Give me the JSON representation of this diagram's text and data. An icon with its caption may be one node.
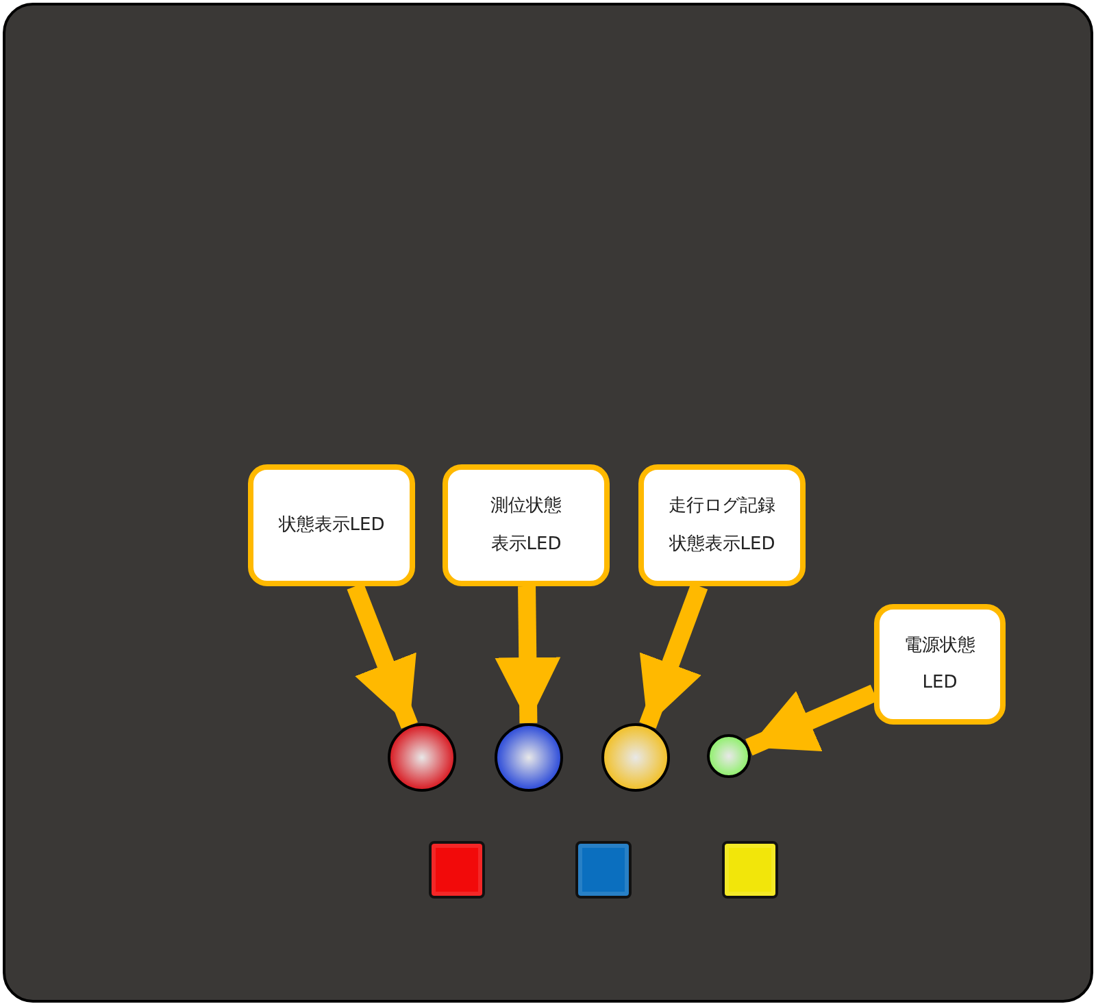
{
  "diagram": {
    "nodes": [
      {
        "text": [
          "状態表示LED"
        ]
      },
      {
        "text": [
          "測位状態表示LED"
        ]
      },
      {
        "text": [
          "走行ログ記録状態表示LED"
        ]
      },
      {
        "text": [
          "電源状態LED"
        ]
      },
      {
        "text": [],
        "shape": "circle"
      },
      {
        "text": [],
        "shape": "circle"
      },
      {
        "text": [],
        "shape": "circle"
      },
      {
        "text": [],
        "shape": "circle"
      }
    ],
    "edges": [
      {
        "from": 0,
        "to": 4,
        "arrow": "to"
      },
      {
        "from": 1,
        "to": 5,
        "arrow": "to"
      },
      {
        "from": 2,
        "to": 6,
        "arrow": "to"
      },
      {
        "from": 3,
        "to": 7,
        "arrow": "to"
      }
    ]
  }
}
